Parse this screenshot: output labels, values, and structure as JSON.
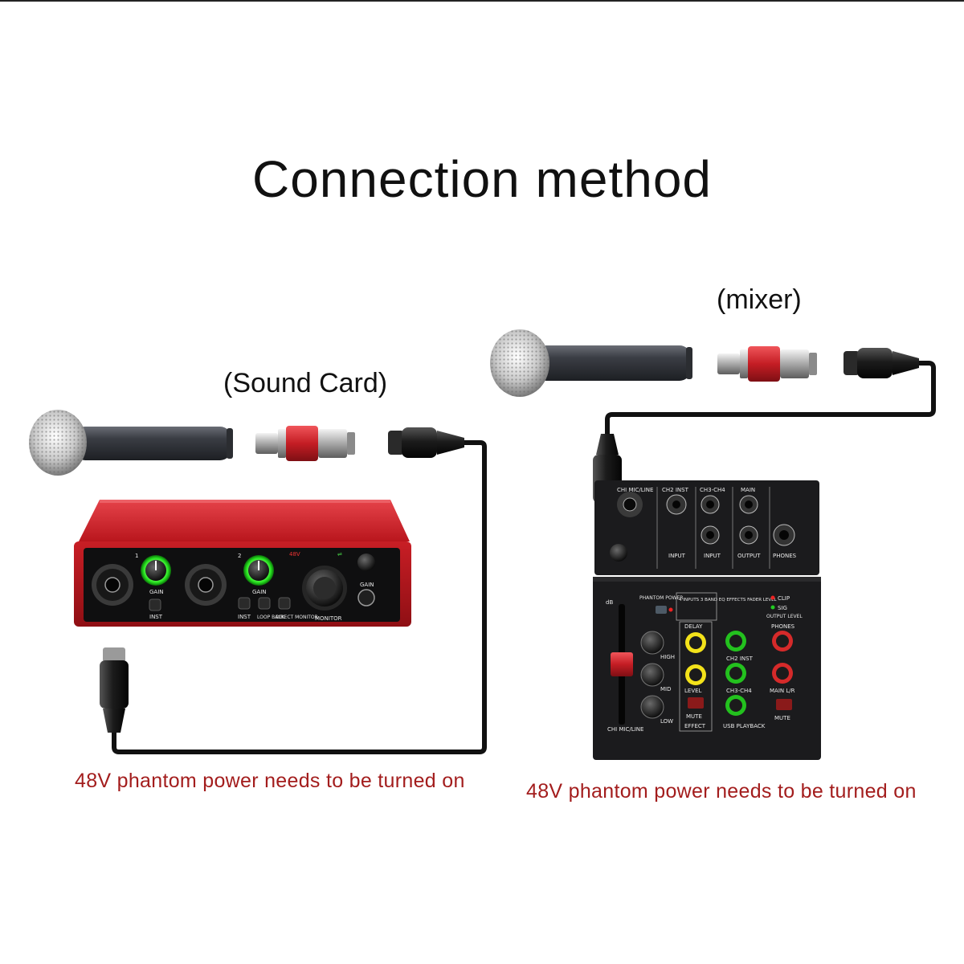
{
  "title": "Connection method",
  "left_setup": {
    "label": "(Sound Card)",
    "note": "48V phantom power needs to be turned on",
    "panel": {
      "ch1": "1",
      "ch2": "2",
      "gain": "GAIN",
      "inst": "INST",
      "loop_back": "LOOP BACK",
      "direct_monitor": "DIRECT MONITOR",
      "monitor": "MONITOR",
      "v48": "48V"
    }
  },
  "right_setup": {
    "label": "(mixer)",
    "note": "48V phantom power needs to be turned on",
    "panel": {
      "ch1": "CHI MIC/LINE",
      "ch2": "CH2 INST",
      "ch34": "CH3-CH4",
      "main": "MAIN",
      "input1": "INPUT",
      "input2": "INPUT",
      "output": "OUTPUT",
      "phones": "PHONES",
      "phantom": "PHANTOM POWER",
      "features": "4 INPUTS 3 BAND EQ EFFECTS FADER LEVEL",
      "delay": "DELAY",
      "level": "LEVEL",
      "mute": "MUTE",
      "effect": "EFFECT",
      "high": "HIGH",
      "mid": "MID",
      "low": "LOW",
      "ch2inst": "CH2 INST",
      "ch34b": "CH3-CH4",
      "usb": "USB PLAYBACK",
      "main_lr": "MAIN L/R",
      "clip": "CLIP",
      "sig": "SIG",
      "output_level": "OUTPUT LEVEL",
      "db": "dB",
      "ch1_bottom": "CHI MIC/LINE"
    }
  },
  "colors": {
    "note": "#a31d1d",
    "soundcard_red": "#d8232a",
    "knob_green": "#27e21f",
    "mixer_body": "#1b1b1d"
  }
}
